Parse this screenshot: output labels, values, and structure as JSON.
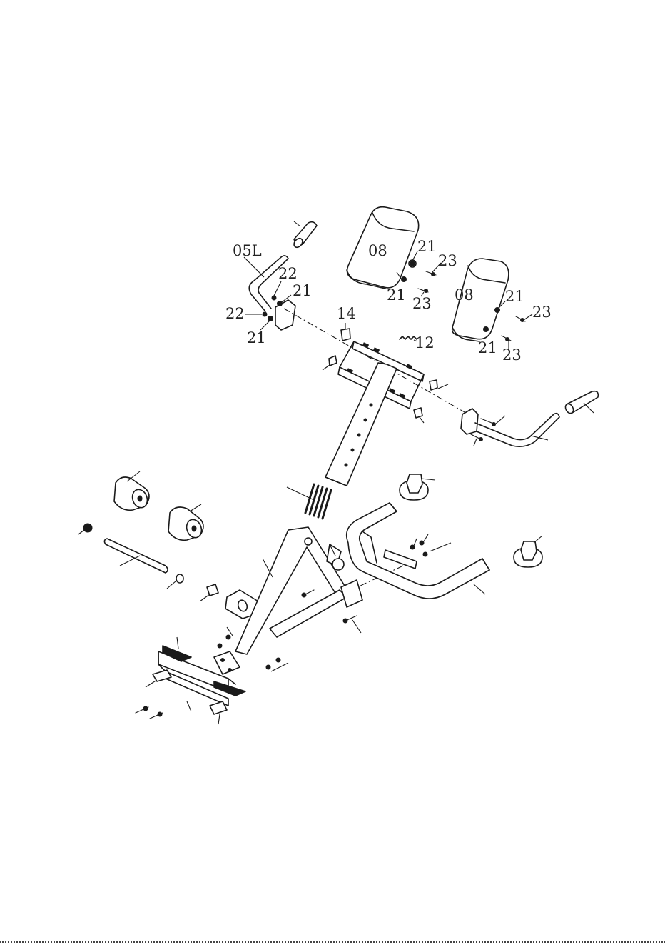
{
  "diagram": {
    "part_labels": {
      "p05L": "05L",
      "p22a": "22",
      "p21a": "21",
      "p22b": "22",
      "p21b": "21",
      "p08a": "08",
      "p21c": "21",
      "p23a": "23",
      "p21d": "21",
      "p23b": "23",
      "p14": "14",
      "p12": "12",
      "p08b": "08",
      "p21e": "21",
      "p23c": "23",
      "p21f": "21",
      "p23d": "23"
    }
  }
}
